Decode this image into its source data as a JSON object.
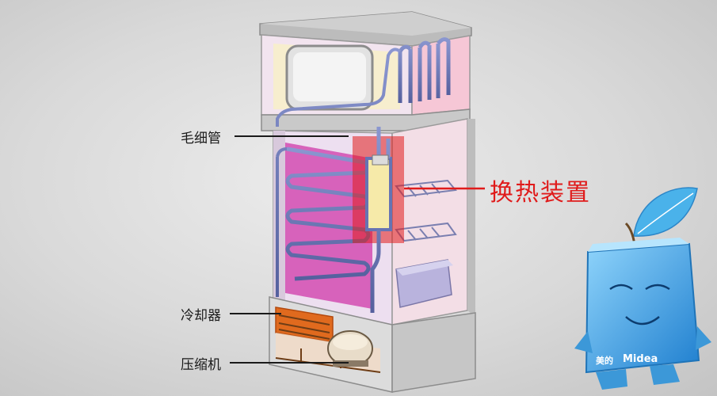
{
  "labels": {
    "capillary": "毛细管",
    "heat_exchanger": "换热装置",
    "condenser": "冷却器",
    "compressor": "压缩机"
  },
  "brand": {
    "chinese": "美的",
    "name": "Midea"
  },
  "colors": {
    "highlight": "#e01b1b",
    "evaporator": "#d65bb7",
    "tube": "#6673b3",
    "condenser": "#e06a1e",
    "mascot": "#3ea6e6"
  }
}
